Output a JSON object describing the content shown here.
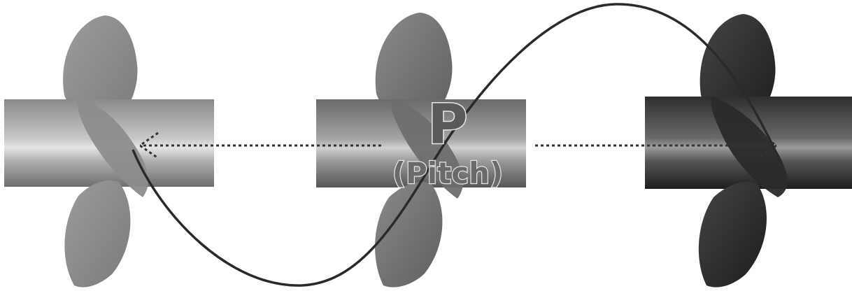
{
  "figure": {
    "pitch_symbol": "P",
    "pitch_word": "(Pitch)"
  },
  "propellers": [
    {
      "position": "left",
      "tone": "light"
    },
    {
      "position": "middle",
      "tone": "medium"
    },
    {
      "position": "right",
      "tone": "dark"
    }
  ],
  "colors": {
    "background": "#ffffff",
    "helix": "#2a2a2a",
    "dotted_arrow": "#333333",
    "light_propeller": "#8f8f8f",
    "medium_propeller": "#777777",
    "dark_propeller": "#3a3a3a"
  }
}
